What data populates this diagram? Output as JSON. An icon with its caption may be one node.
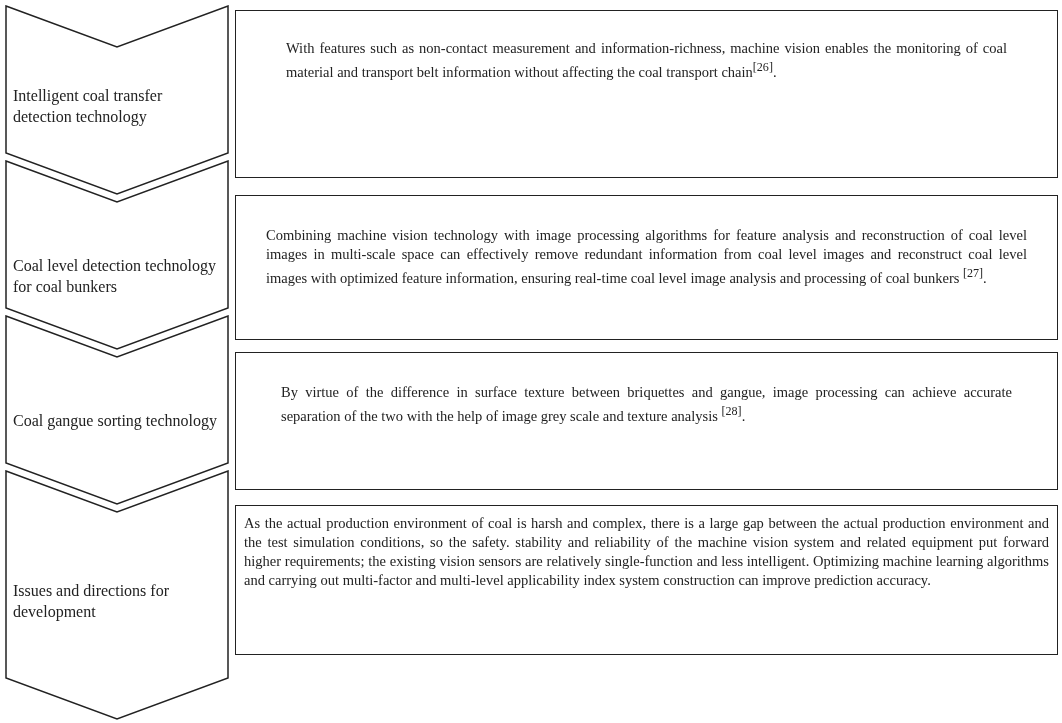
{
  "diagram": {
    "nodes": [
      {
        "text": [
          "Intelligent coal transfer detection technology"
        ]
      },
      {
        "text": [
          "With features such as non-contact measurement and information-richness, machine vision enables the monitoring of coal material and transport belt information without affecting the coal transport chain$^{[26]}$."
        ]
      },
      {
        "text": [
          "Coal level detection technology for coal bunkers"
        ]
      },
      {
        "text": [
          "Combining machine vision technology with image processing algorithms for feature analysis and reconstruction of coal level images in multi-scale space can effectively remove redundant information from coal level images and reconstruct coal level images with optimized feature information, ensuring real-time coal level image analysis and processing of coal bunkers $^{[27]}$."
        ]
      },
      {
        "text": [
          "Coal gangue sorting technology"
        ]
      },
      {
        "text": [
          "By virtue of the difference in surface texture between briquettes and gangue, image processing can achieve accurate separation of the two with the help of image grey scale and texture analysis $^{[28]}$."
        ]
      },
      {
        "text": [
          "Issues and directions for development"
        ]
      },
      {
        "text": [
          "As the actual production environment of coal is harsh and complex, there is a large gap between the actual production environment and the test simulation conditions, so the safety. stability and reliability of the machine vision system and related equipment put forward higher requirements; the existing vision sensors are relatively single-function and less intelligent. Optimizing machine learning algorithms and carrying out multi-factor and multi-level applicability index system construction can improve prediction accuracy."
        ]
      }
    ]
  }
}
